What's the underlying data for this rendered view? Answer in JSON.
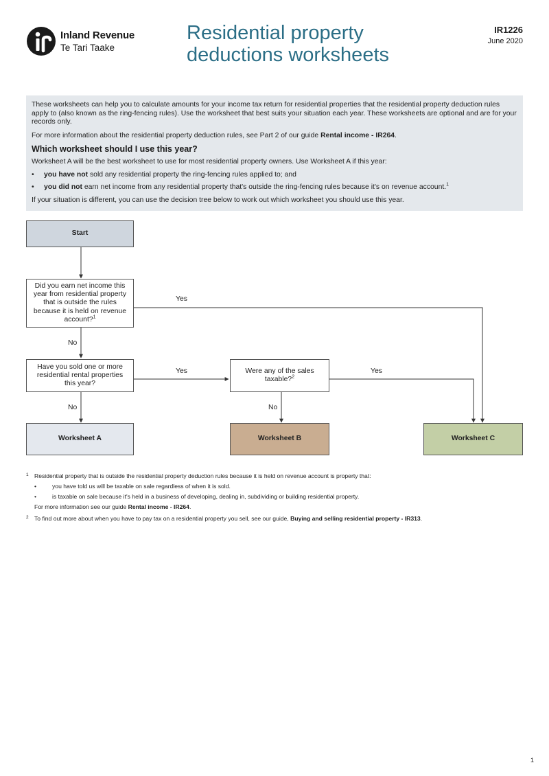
{
  "header": {
    "logo_name": "Inland Revenue",
    "logo_subname": "Te Tari Taake",
    "title_line1": "Residential property",
    "title_line2": "deductions worksheets",
    "form_code": "IR1226",
    "date": "June 2020"
  },
  "intro": {
    "p1": "These worksheets can help you to calculate amounts for your income tax return for residential properties that the residential property deduction rules apply to (also known as the ring-fencing rules). Use the worksheet that best suits your situation each year. These worksheets are optional and are for your records only.",
    "p2_prefix": "For more information about the residential property deduction rules, see Part 2 of our guide ",
    "p2_guide": "Rental income - IR264",
    "p2_suffix": ".",
    "heading": "Which worksheet should I use this year?",
    "p3": "Worksheet A will be the best worksheet to use for most residential property owners. Use Worksheet A if this year:",
    "bullet1_bold": "you have not",
    "bullet1_rest": " sold any residential property the ring-fencing rules applied to; and",
    "bullet2_bold": "you did not",
    "bullet2_rest": " earn net income from any residential property that's outside the ring-fencing rules because it's on revenue account.",
    "bullet2_sup": "1",
    "p4": "If your situation is different, you can use the decision tree below to work out which worksheet you should use this year."
  },
  "flow": {
    "start": "Start",
    "q1": "Did you earn net income this year from residential property that is outside the rules because it is held on revenue account?",
    "q1_sup": "1",
    "q2": "Have you sold one or more residential rental properties this year?",
    "q3": "Were any of the sales taxable?",
    "q3_sup": "2",
    "worksheet_a": "Worksheet A",
    "worksheet_b": "Worksheet B",
    "worksheet_c": "Worksheet C",
    "yes": "Yes",
    "no": "No",
    "colors": {
      "start_fill": "#cfd6de",
      "worksheet_a_fill": "#e4e8ee",
      "worksheet_b_fill": "#c9ad91",
      "worksheet_c_fill": "#c3cfa6",
      "line": "#333333"
    }
  },
  "footnotes": {
    "n1": "1",
    "f1": "Residential property that is outside the residential property deduction rules because it is held on revenue account is property that:",
    "f1_b1": "you have told us will be taxable on sale regardless of when it is sold.",
    "f1_b2": "is taxable on sale because it's held in a business of developing, dealing in, subdividing or building residential property.",
    "f1_more_prefix": "For more information see our guide ",
    "f1_more_guide": "Rental income - IR264",
    "f1_more_suffix": ".",
    "n2": "2",
    "f2_prefix": "To find out more about when you have to pay tax on a residential property you sell, see our guide, ",
    "f2_guide": "Buying and selling residential property - IR313",
    "f2_suffix": "."
  },
  "page_number": "1"
}
